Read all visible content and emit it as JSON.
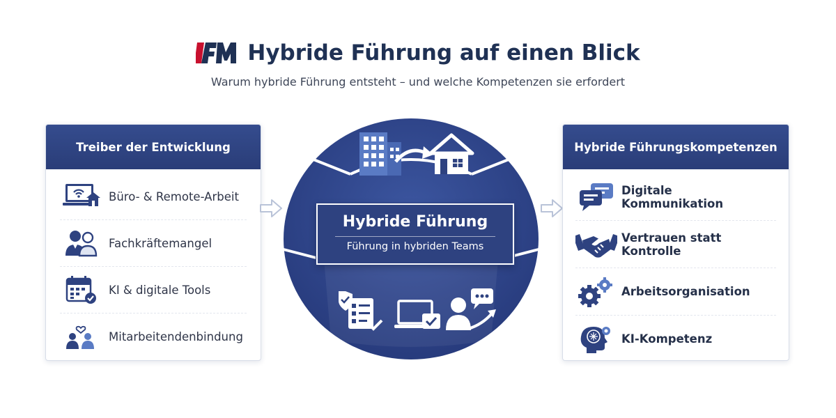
{
  "header": {
    "logo_text": "IFM",
    "title": "Hybride Führung auf einen Blick",
    "subtitle": "Warum hybride Führung entsteht – und welche Kompetenzen sie erfordert"
  },
  "left_panel": {
    "title": "Treiber der Entwicklung",
    "items": [
      {
        "label": "Büro- & Remote-Arbeit",
        "icon": "laptop-home-icon"
      },
      {
        "label": "Fachkräftemangel",
        "icon": "people-icon"
      },
      {
        "label": "KI & digitale Tools",
        "icon": "calendar-check-icon"
      },
      {
        "label": "Mitarbeitendenbindung",
        "icon": "team-heart-icon"
      }
    ]
  },
  "center": {
    "title": "Hybride Führung",
    "subtitle": "Führung in hybriden Teams",
    "top_icon": "office-to-home-icon",
    "bottom_icons": [
      "checklist-shield-icon",
      "laptop-check-icon",
      "person-chat-growth-icon"
    ]
  },
  "right_panel": {
    "title": "Hybride Führungskompetenzen",
    "items": [
      {
        "label": "Digitale Kommunikation",
        "icon": "chat-bubbles-icon"
      },
      {
        "label": "Vertrauen statt Kontrolle",
        "icon": "handshake-icon"
      },
      {
        "label": "Arbeitsorganisation",
        "icon": "gears-icon"
      },
      {
        "label": "KI-Kompetenz",
        "icon": "ai-head-icon"
      }
    ]
  },
  "colors": {
    "primary": "#2e4280",
    "accent_red": "#c8102e",
    "light_blue": "#5a7bc4"
  }
}
